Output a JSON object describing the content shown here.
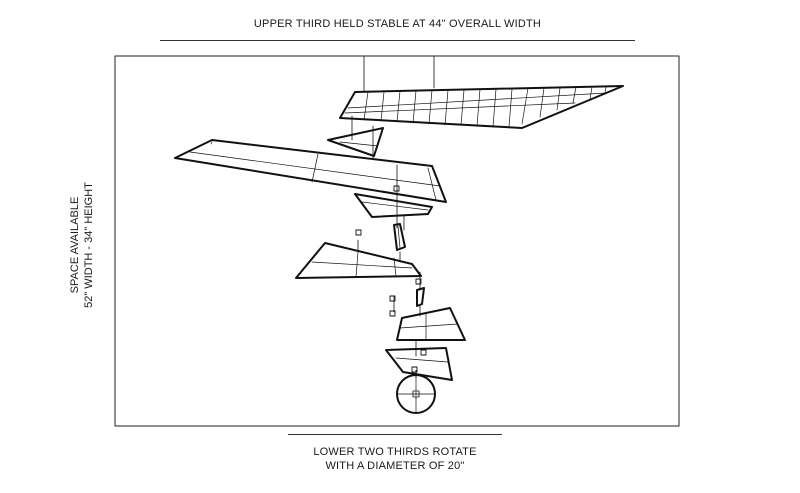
{
  "annotations": {
    "top": "UPPER THIRD HELD STABLE AT 44\" OVERALL WIDTH",
    "side_line1": "SPACE AVAILABLE",
    "side_line2": "52\" WIDTH - 34\" HEIGHT",
    "bottom_line1": "LOWER TWO THIRDS ROTATE",
    "bottom_line2": "WITH A DIAMETER OF 20\""
  }
}
